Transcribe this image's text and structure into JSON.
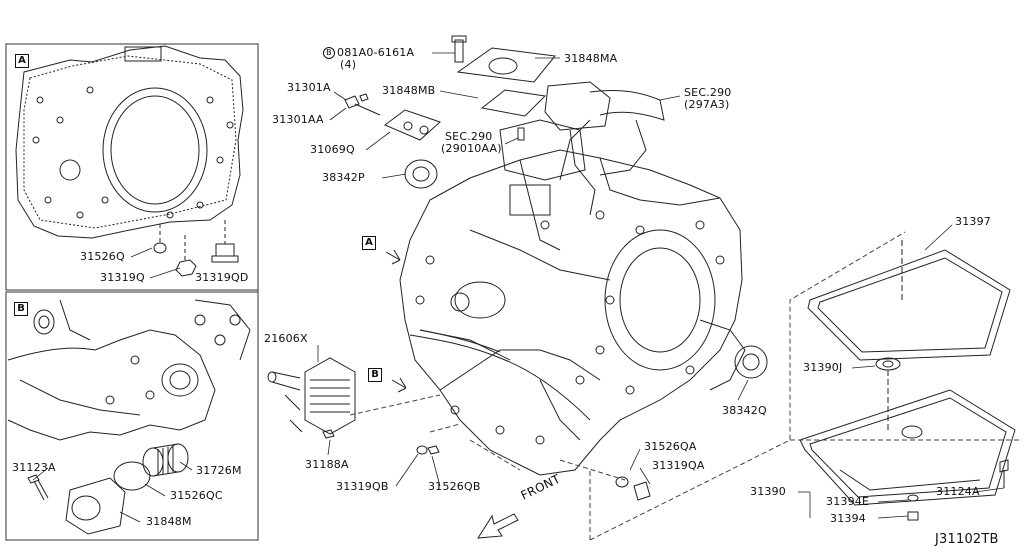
{
  "diagram_id": "J31102TB",
  "view_markers": {
    "a": "A",
    "b": "B"
  },
  "front_label": "FRONT",
  "bolt_prefix": "B",
  "labels": {
    "p081a0": "081A0-6161A",
    "p081a0_qty": "(4)",
    "p31848ma": "31848MA",
    "sec290a": "SEC.290",
    "sec290a_sub": "(297A3)",
    "p31301a": "31301A",
    "p31848mb": "31848MB",
    "p31301aa": "31301AA",
    "sec290b": "SEC.290",
    "sec290b_sub": "(29010AA)",
    "p31069q": "31069Q",
    "p38342p": "38342P",
    "p31526q": "31526Q",
    "p31319q": "31319Q",
    "p31319qd": "31319QD",
    "p21606x": "21606X",
    "p31397": "31397",
    "p31390j": "31390J",
    "p38342q": "38342Q",
    "p31526qa": "31526QA",
    "p31319qa": "31319QA",
    "p31188a": "31188A",
    "p31319qb": "31319QB",
    "p31526qb": "31526QB",
    "p31390": "31390",
    "p31394e": "31394E",
    "p31124a": "31124A",
    "p31394": "31394",
    "p31123a": "31123A",
    "p31726m": "31726M",
    "p31526qc": "31526QC",
    "p31848m": "31848M"
  }
}
